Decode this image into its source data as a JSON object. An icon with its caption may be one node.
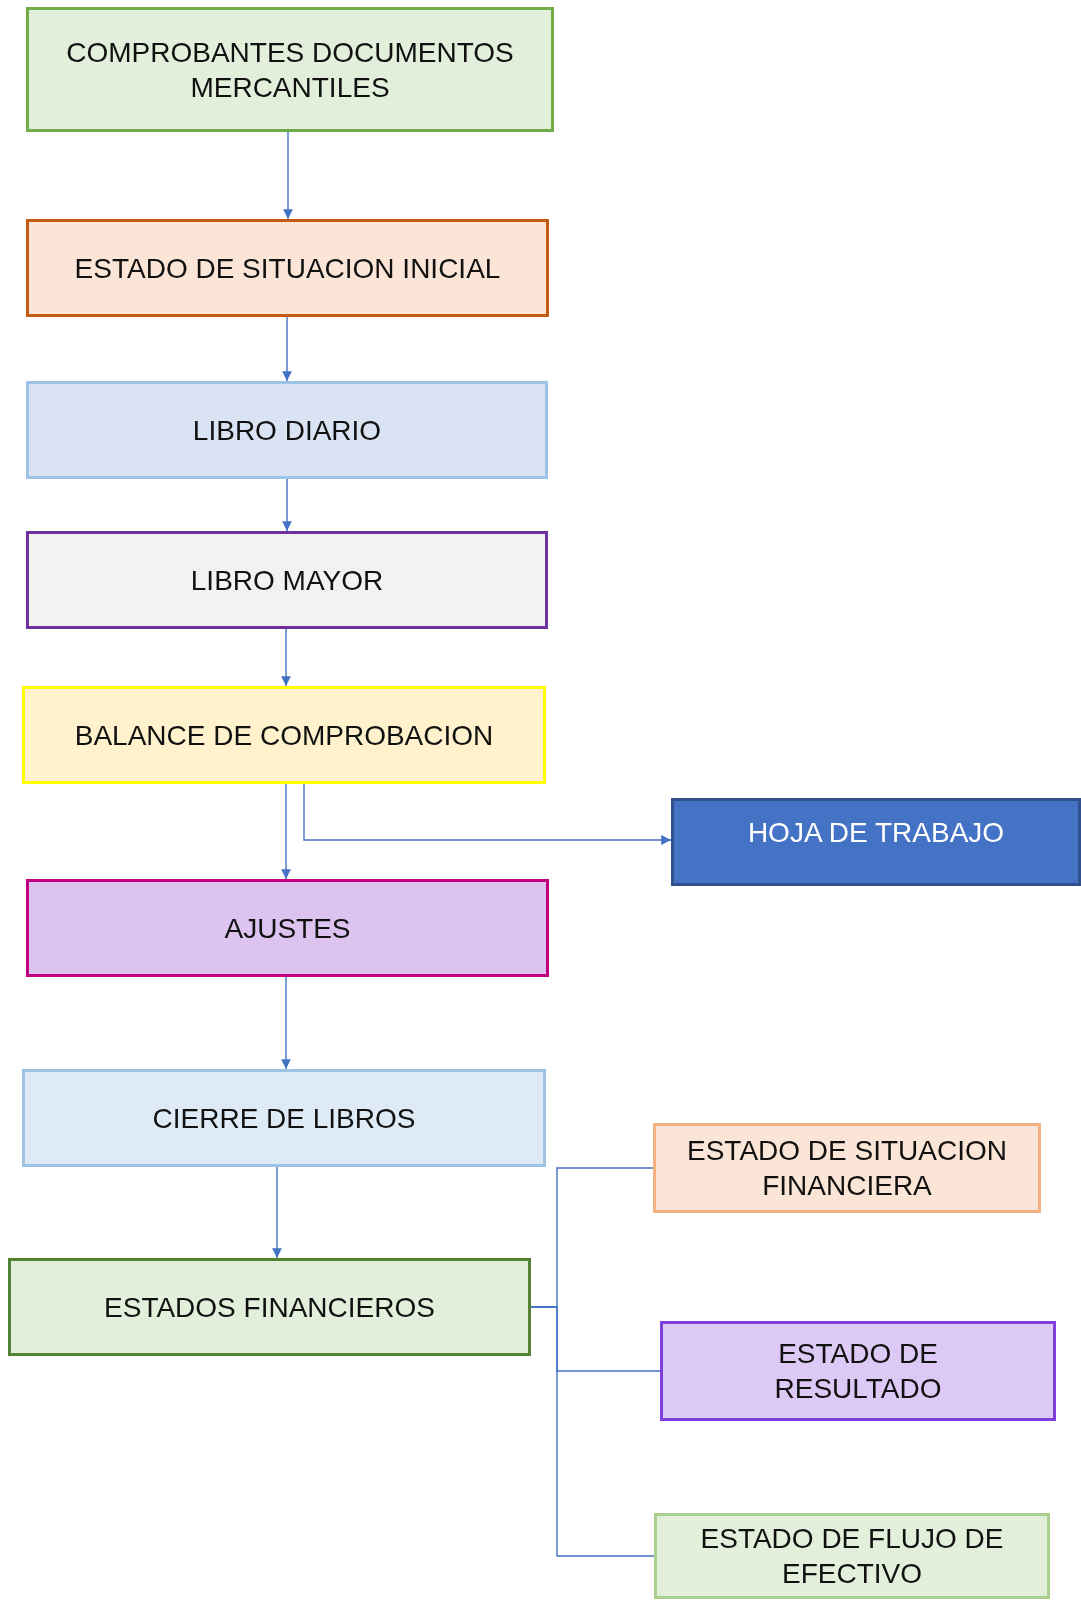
{
  "diagram": {
    "nodes": [
      {
        "text": [
          "COMPROBANTES DOCUMENTOS MERCANTILES"
        ]
      },
      {
        "text": [
          "ESTADO DE SITUACION INICIAL"
        ]
      },
      {
        "text": [
          "LIBRO DIARIO"
        ]
      },
      {
        "text": [
          "LIBRO MAYOR"
        ]
      },
      {
        "text": [
          "BALANCE DE COMPROBACION"
        ]
      },
      {
        "text": [
          "HOJA DE TRABAJO"
        ]
      },
      {
        "text": [
          "AJUSTES"
        ]
      },
      {
        "text": [
          "CIERRE DE LIBROS"
        ]
      },
      {
        "text": [
          "ESTADOS FINANCIEROS"
        ]
      },
      {
        "text": [
          "ESTADO DE SITUACION FINANCIERA"
        ]
      },
      {
        "text": [
          "ESTADO DE RESULTADO"
        ]
      },
      {
        "text": [
          "ESTADO DE FLUJO DE EFECTIVO"
        ]
      }
    ],
    "edges": [
      {
        "from": 0,
        "to": 1,
        "arrow": "to"
      },
      {
        "from": 1,
        "to": 2,
        "arrow": "to"
      },
      {
        "from": 2,
        "to": 3,
        "arrow": "to"
      },
      {
        "from": 3,
        "to": 4,
        "arrow": "to"
      },
      {
        "from": 4,
        "to": 6,
        "arrow": "to"
      },
      {
        "from": 4,
        "to": 5,
        "arrow": "to"
      },
      {
        "from": 6,
        "to": 7,
        "arrow": "to"
      },
      {
        "from": 7,
        "to": 8,
        "arrow": "to"
      },
      {
        "from": 8,
        "to": 9,
        "arrow": "none"
      },
      {
        "from": 8,
        "to": 10,
        "arrow": "none"
      },
      {
        "from": 8,
        "to": 11,
        "arrow": "none"
      }
    ]
  }
}
